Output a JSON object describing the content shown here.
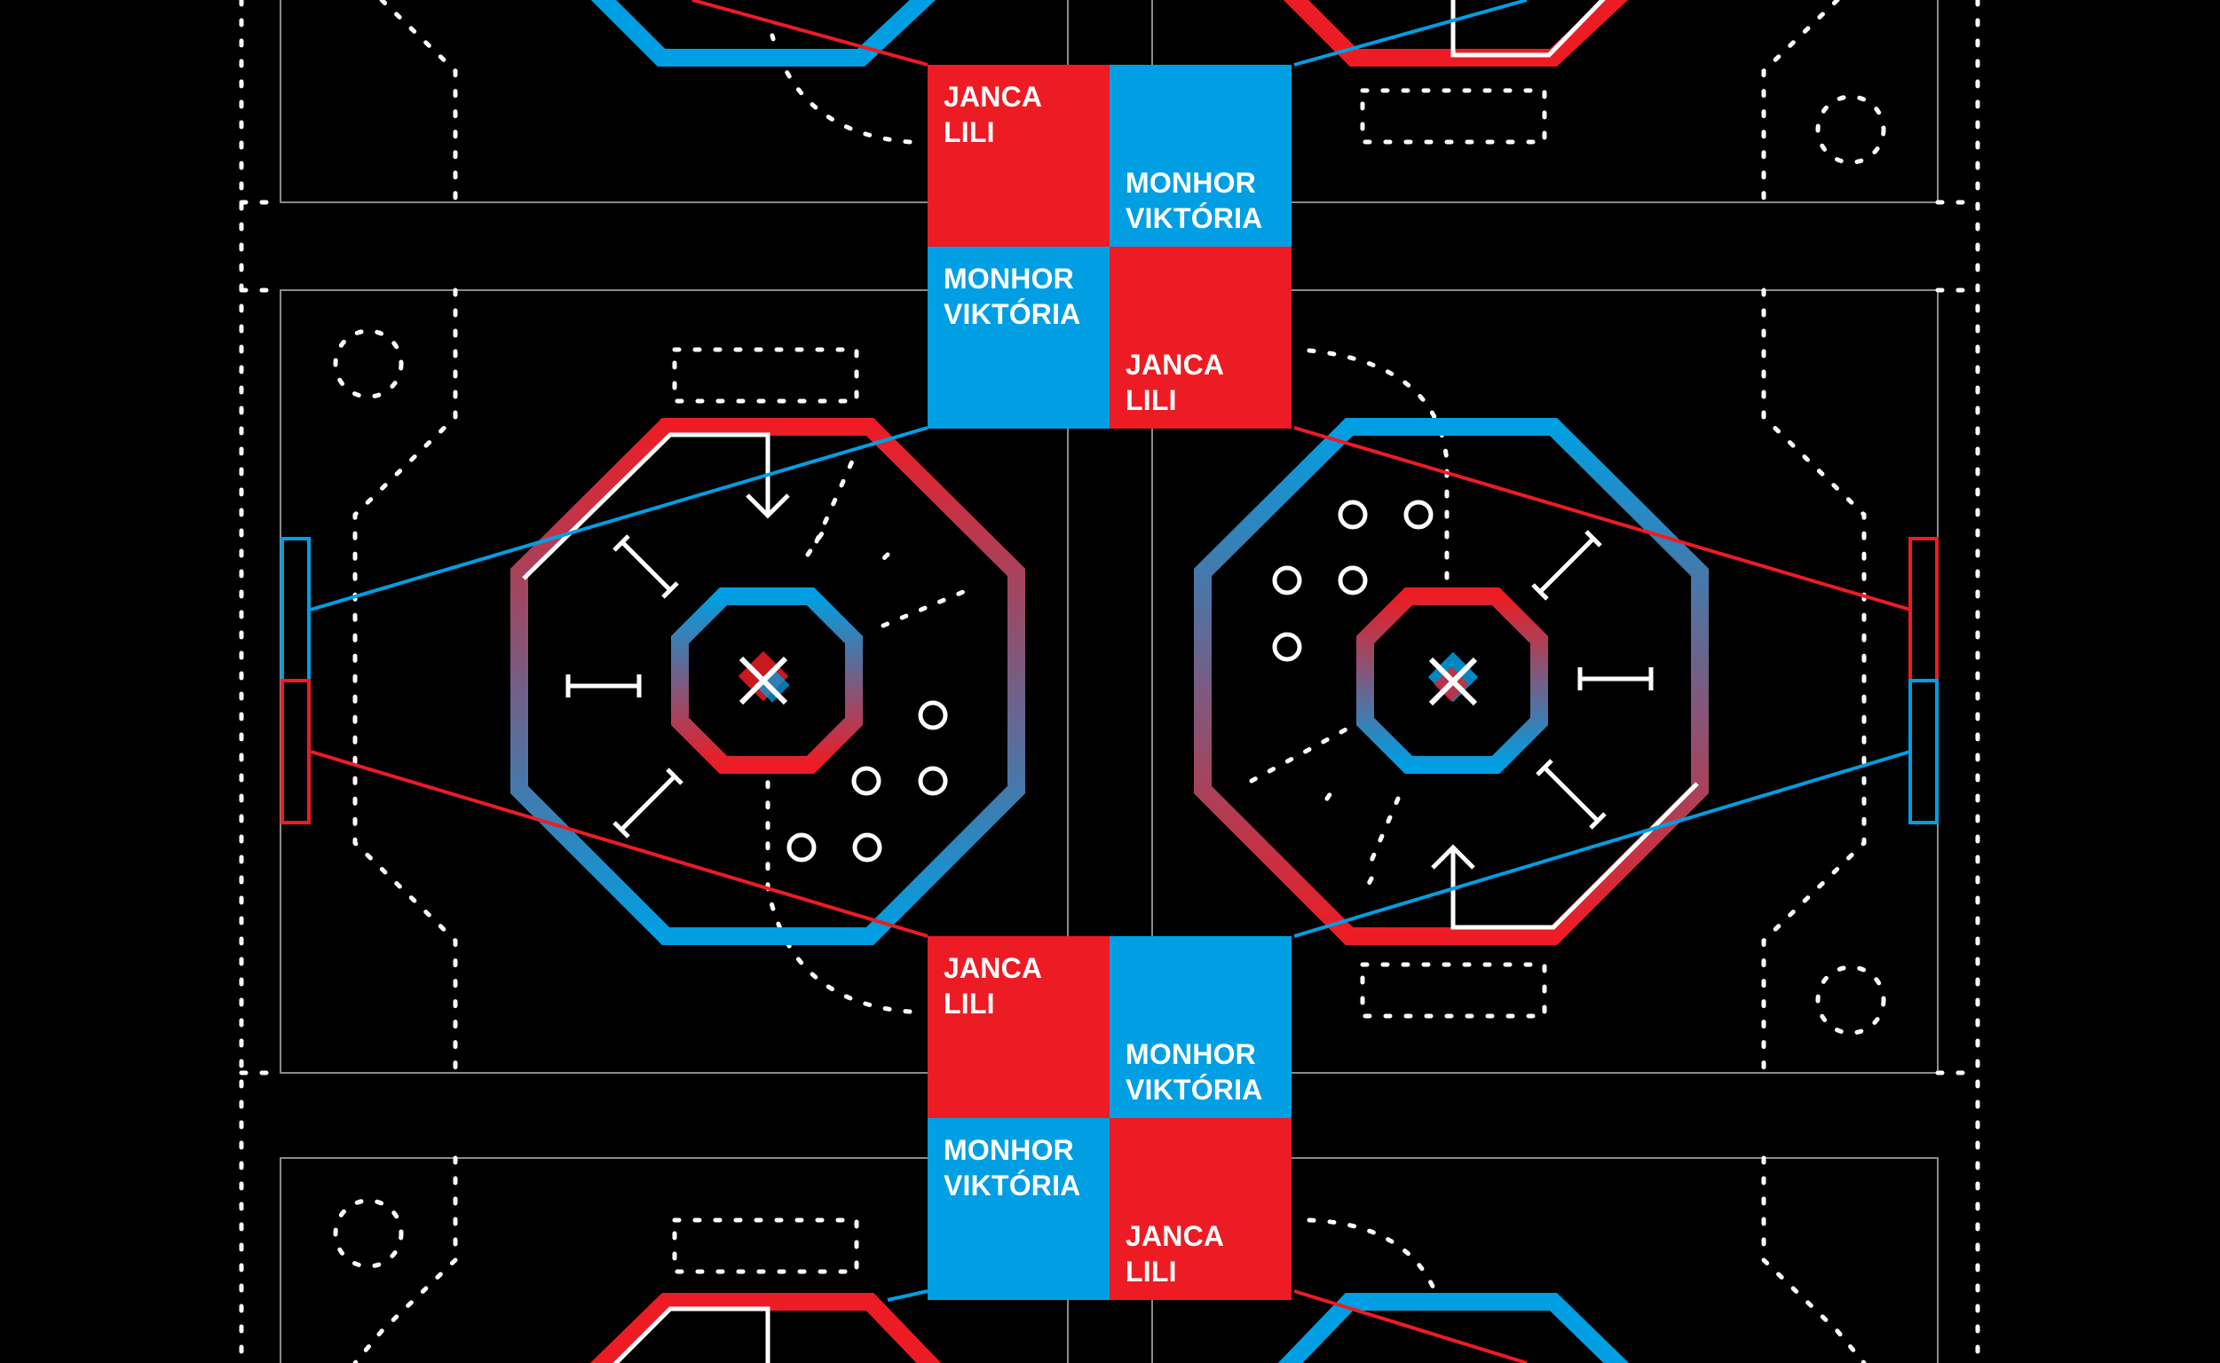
{
  "colors": {
    "background": "#000000",
    "red": "#ED1C24",
    "blue": "#009FE3",
    "line": "#FFFFFF"
  },
  "players": {
    "red": {
      "first": "JANCA",
      "last": "LILI"
    },
    "blue": {
      "first": "MONHOR",
      "last": "VIKTÓRIA"
    }
  },
  "scoreboards": [
    {
      "tiles": [
        {
          "team": "red",
          "label_position": "top"
        },
        {
          "team": "blue",
          "label_position": "bottom"
        },
        {
          "team": "blue",
          "label_position": "top"
        },
        {
          "team": "red",
          "label_position": "bottom"
        }
      ]
    },
    {
      "tiles": [
        {
          "team": "red",
          "label_position": "top"
        },
        {
          "team": "blue",
          "label_position": "bottom"
        },
        {
          "team": "blue",
          "label_position": "top"
        },
        {
          "team": "red",
          "label_position": "bottom"
        }
      ]
    }
  ],
  "board": {
    "arenas": [
      {
        "id": "left-arena",
        "center_mark": "x-icon"
      },
      {
        "id": "right-arena",
        "center_mark": "x-icon"
      }
    ],
    "goals": [
      {
        "side": "left",
        "colors": [
          "blue",
          "red"
        ]
      },
      {
        "side": "right",
        "colors": [
          "red",
          "blue"
        ]
      }
    ]
  }
}
